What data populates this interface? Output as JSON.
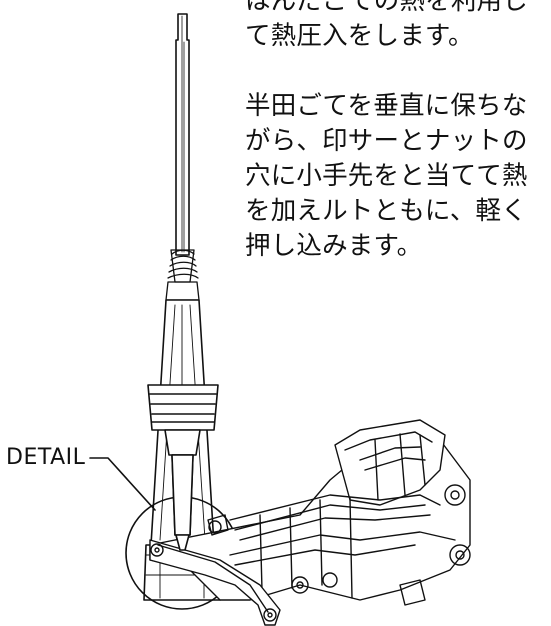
{
  "instructions": {
    "line1": "はんだごての熱を利用し",
    "line2": "て熱圧入をします。",
    "line3": "半田ごてを垂直に保ちな",
    "line4": "がら、印サーとナットの",
    "line5": "穴に小手先をと当てて熱",
    "line6": "を加えルトともに、軽く",
    "line7": "押し込みます。"
  },
  "detail_label": "DETAIL",
  "colors": {
    "ink": "#111111",
    "background": "#ffffff"
  }
}
